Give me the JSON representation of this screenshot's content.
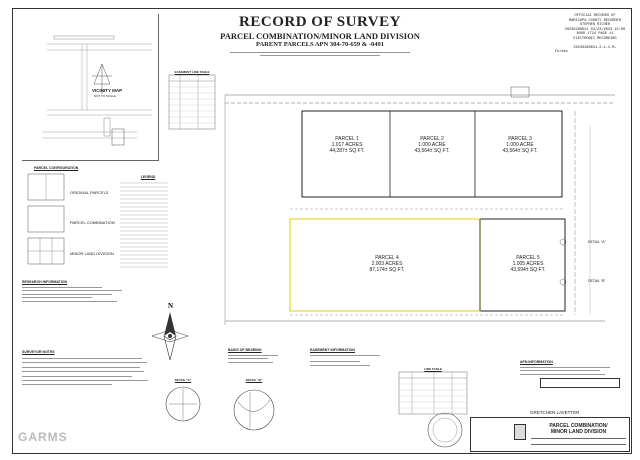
{
  "header": {
    "title": "RECORD OF SURVEY",
    "subtitle": "PARCEL COMBINATION/MINOR LAND DIVISION",
    "parent_parcels": "PARENT PARCELS APN 304-70-659 & -0491"
  },
  "recording": {
    "line1": "OFFICIAL RECORDS OF",
    "line2": "MARICOPA COUNTY RECORDER",
    "line3": "STEPHEN RICHER",
    "line4": "20230280631 03/23/2023 15:00",
    "line5": "BOOK 1724  PAGE 11",
    "line6": "ELECTRONIC RECORDING",
    "line7": "20230280631-2-1-1-M-",
    "line8": "Forbes"
  },
  "vicinity_map": {
    "label": "VICINITY MAP",
    "sublabel": "NOT TO SCALE"
  },
  "parcels": [
    {
      "name": "PARCEL 1",
      "acres": "1.017 ACRES",
      "sqft": "44,287± SQ FT."
    },
    {
      "name": "PARCEL 2",
      "acres": "1.000 ACRE",
      "sqft": "43,564± SQ FT."
    },
    {
      "name": "PARCEL 3",
      "acres": "1.000 ACRE",
      "sqft": "43,564± SQ FT."
    },
    {
      "name": "PARCEL 4",
      "acres": "2.003 ACRES",
      "sqft": "87,174± SQ FT."
    },
    {
      "name": "PARCEL 5",
      "acres": "1.005 ACRES",
      "sqft": "43,594± SQ FT."
    }
  ],
  "sections": {
    "parcel_configuration": "PARCEL CONFIGURATION",
    "original_parcels": "ORIGINAL PARCELS",
    "parcel_combination": "PARCEL COMBINATION",
    "minor_land_division": "MINOR LAND DIVISION",
    "research_information": "RESEARCH INFORMATION",
    "surveyor_notes": "SURVEYOR NOTES",
    "easement_line_table": "EASEMENT LINE TABLE",
    "line_table": "LINE TABLE",
    "basis_of_bearing": "BASIS OF BEARING",
    "easement_information": "EASEMENT INFORMATION",
    "apn_information": "APN INFORMATION",
    "detail_a": "DETAIL \"A\"",
    "detail_b": "DETAIL \"B\""
  },
  "legend_title": "LEGEND",
  "owner": "GRETCHEN LAVETTER",
  "title_block": {
    "line1": "PARCEL COMBINATION/",
    "line2": "MINOR LAND DIVISION"
  },
  "watermark": "GARMS"
}
